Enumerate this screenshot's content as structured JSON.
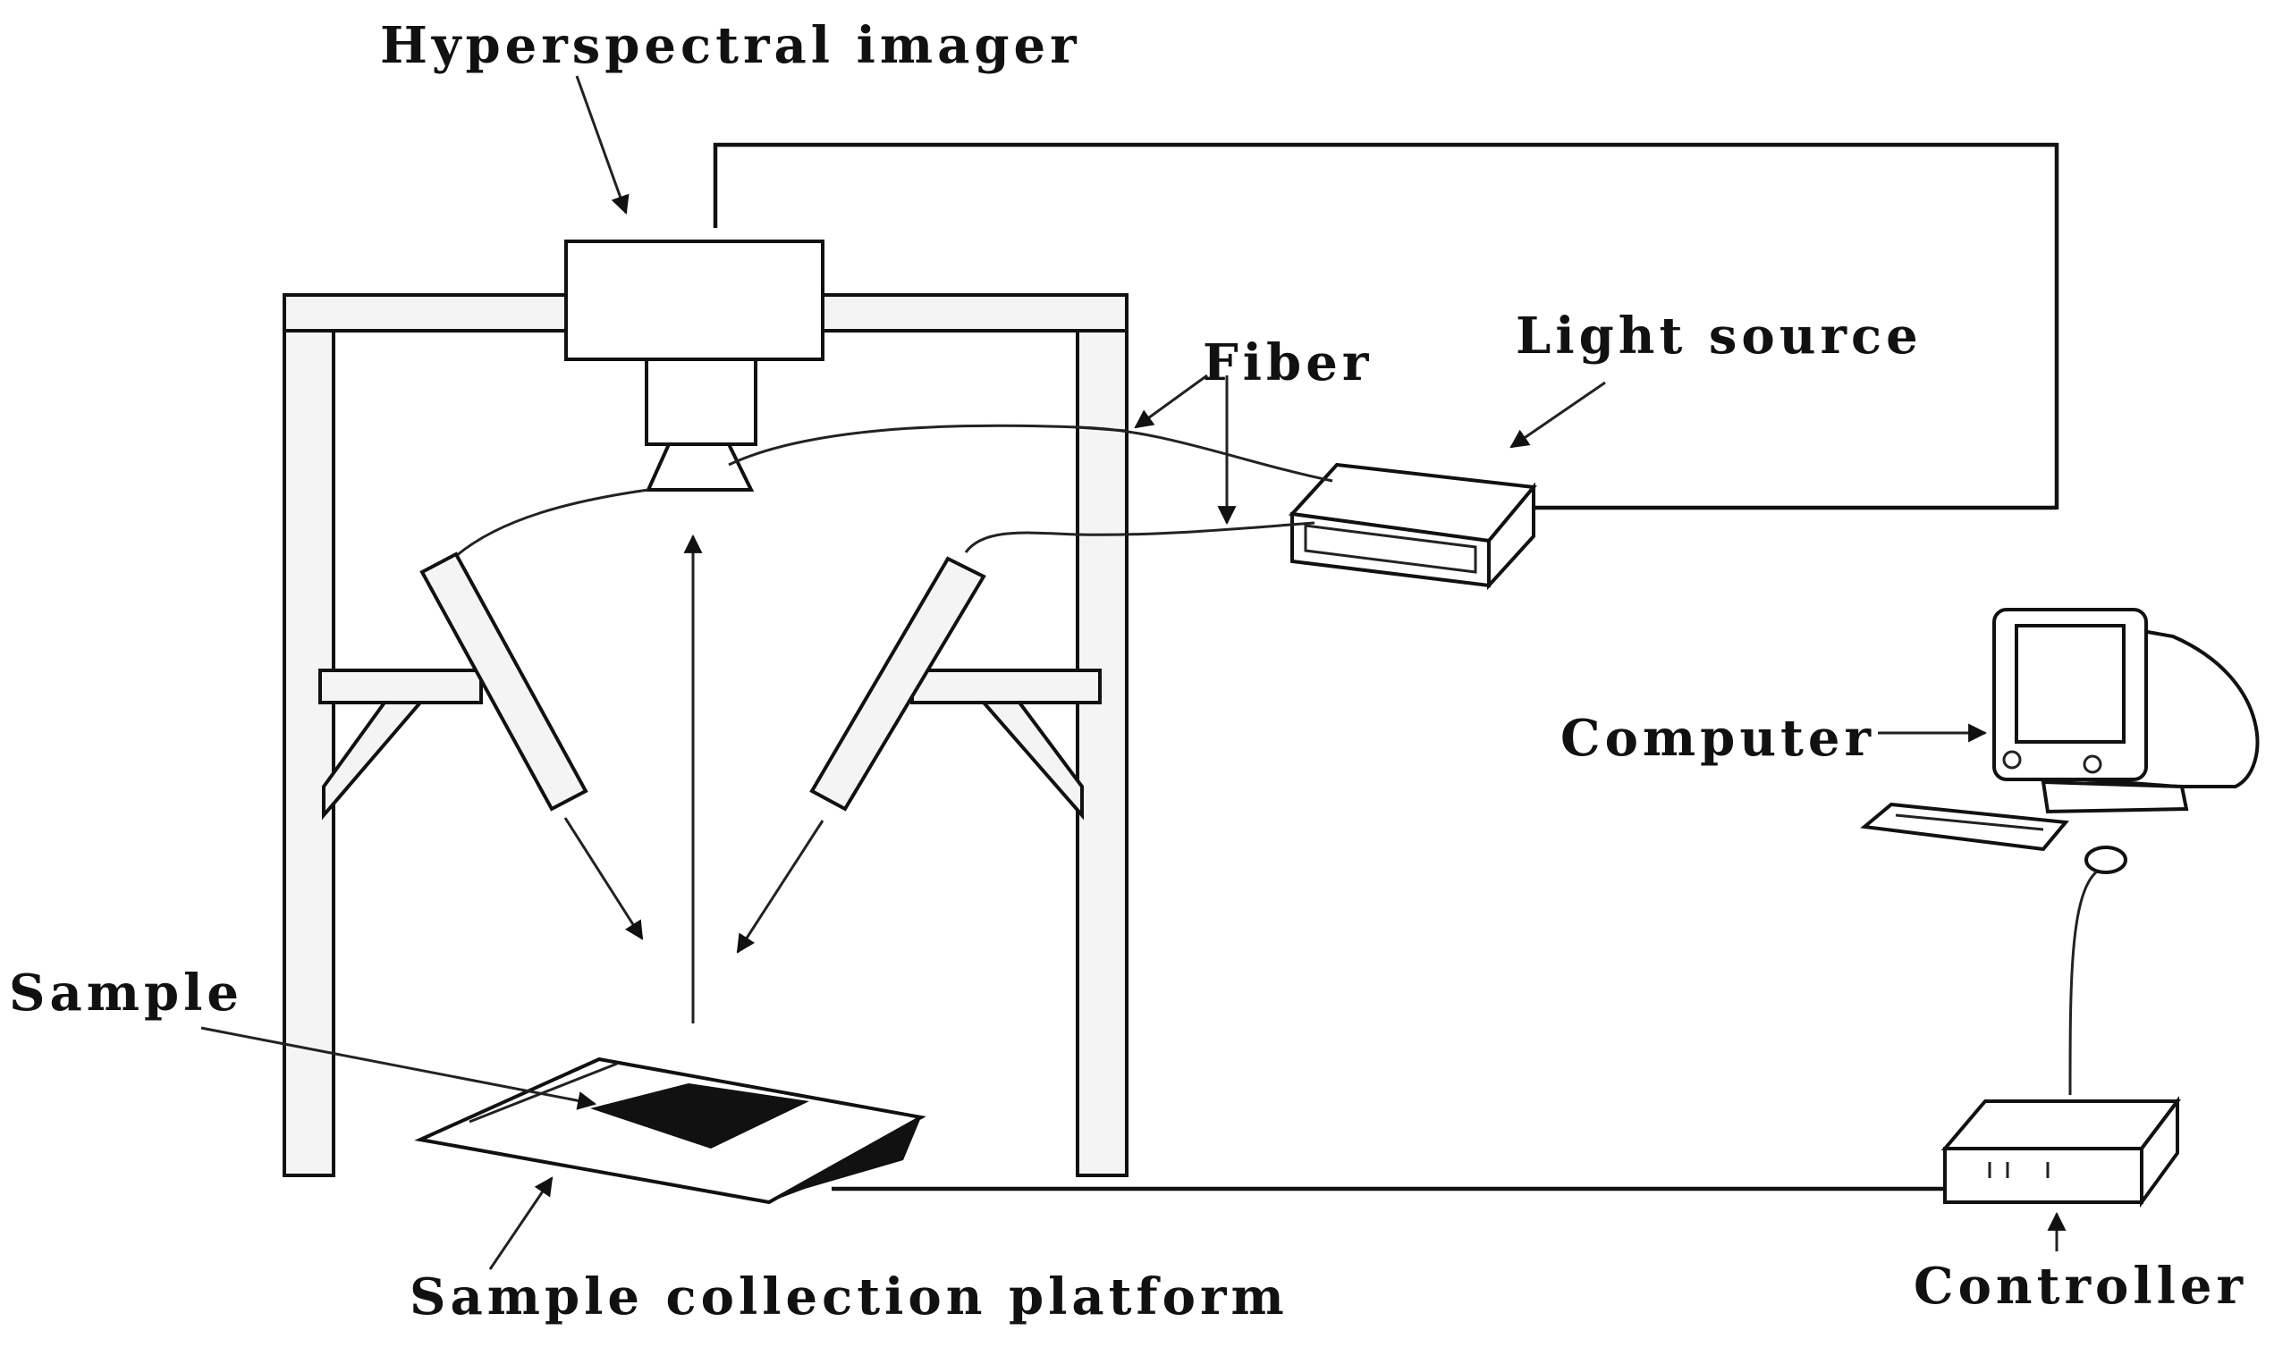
{
  "labels": {
    "hyperspectral_imager": "Hyperspectral imager",
    "fiber": "Fiber",
    "light_source": "Light source",
    "computer": "Computer",
    "sample": "Sample",
    "sample_collection_platform": "Sample collection platform",
    "controller": "Controller"
  }
}
